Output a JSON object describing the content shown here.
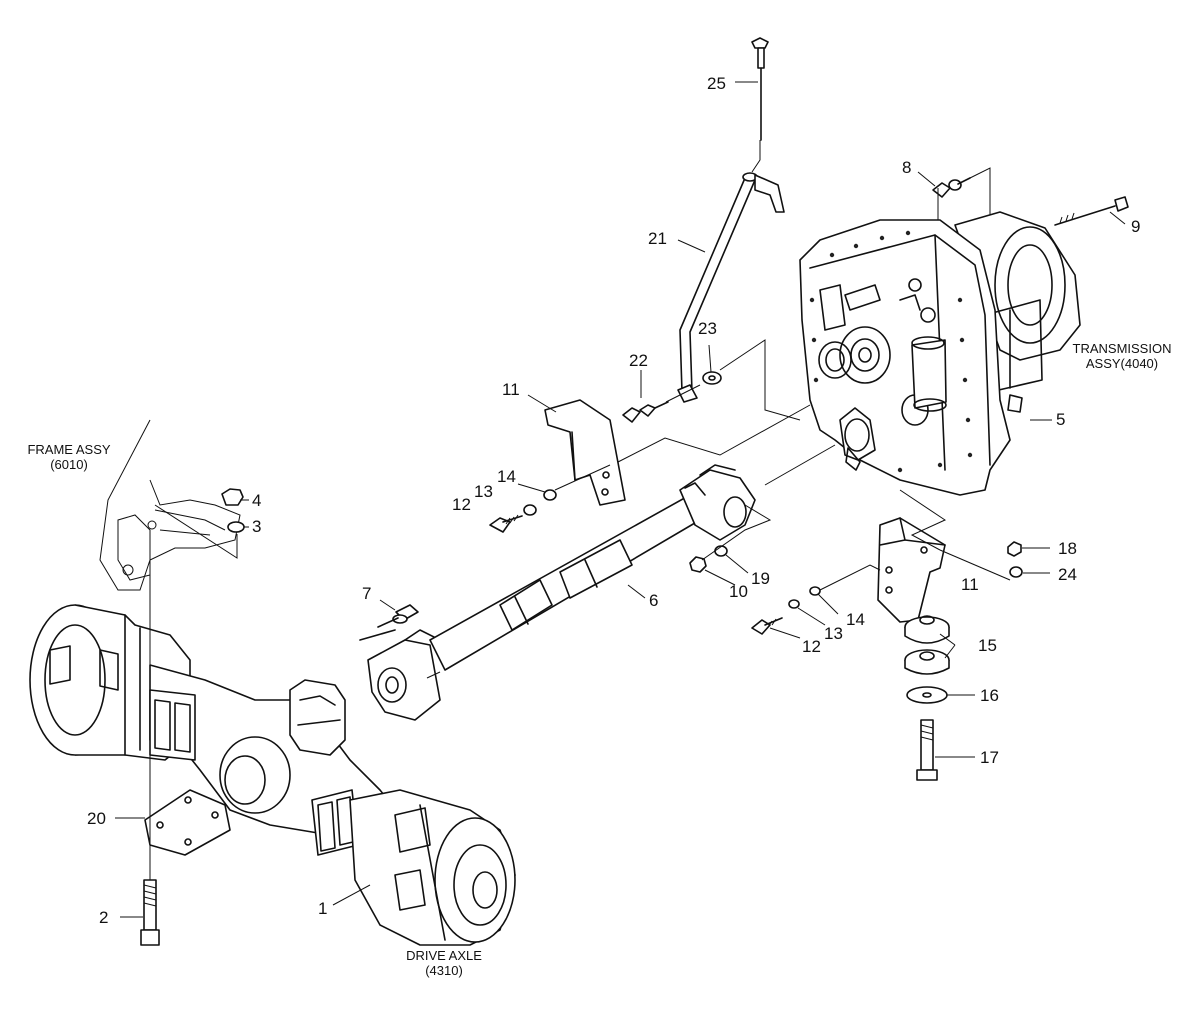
{
  "captions": {
    "frame_assy": [
      "FRAME ASSY",
      "(6010)"
    ],
    "transmission_assy": [
      "TRANSMISSION",
      "ASSY(4040)"
    ],
    "drive_axle": [
      "DRIVE AXLE",
      "(4310)"
    ]
  },
  "callouts": [
    {
      "id": "c1",
      "label": "1"
    },
    {
      "id": "c2",
      "label": "2"
    },
    {
      "id": "c3",
      "label": "3"
    },
    {
      "id": "c4",
      "label": "4"
    },
    {
      "id": "c5",
      "label": "5"
    },
    {
      "id": "c6",
      "label": "6"
    },
    {
      "id": "c7",
      "label": "7"
    },
    {
      "id": "c8",
      "label": "8"
    },
    {
      "id": "c9",
      "label": "9"
    },
    {
      "id": "c10",
      "label": "10"
    },
    {
      "id": "c11a",
      "label": "11"
    },
    {
      "id": "c11b",
      "label": "11"
    },
    {
      "id": "c12a",
      "label": "12"
    },
    {
      "id": "c12b",
      "label": "12"
    },
    {
      "id": "c13a",
      "label": "13"
    },
    {
      "id": "c13b",
      "label": "13"
    },
    {
      "id": "c14a",
      "label": "14"
    },
    {
      "id": "c14b",
      "label": "14"
    },
    {
      "id": "c15",
      "label": "15"
    },
    {
      "id": "c16",
      "label": "16"
    },
    {
      "id": "c17",
      "label": "17"
    },
    {
      "id": "c18",
      "label": "18"
    },
    {
      "id": "c19",
      "label": "19"
    },
    {
      "id": "c20",
      "label": "20"
    },
    {
      "id": "c21",
      "label": "21"
    },
    {
      "id": "c22",
      "label": "22"
    },
    {
      "id": "c23",
      "label": "23"
    },
    {
      "id": "c24",
      "label": "24"
    },
    {
      "id": "c25",
      "label": "25"
    }
  ]
}
